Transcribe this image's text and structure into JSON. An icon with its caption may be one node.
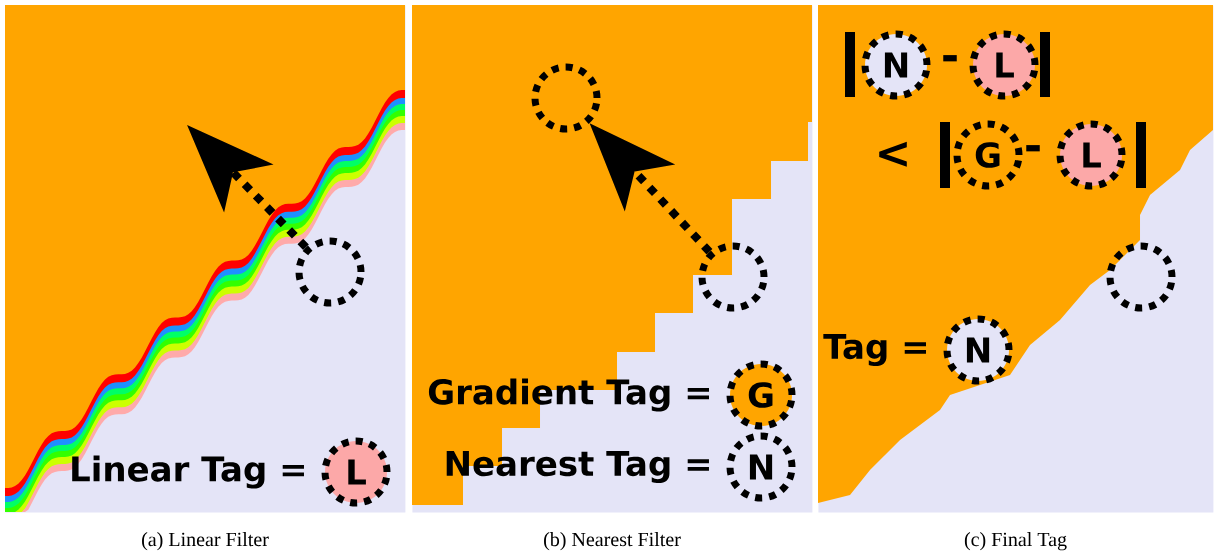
{
  "diagram": {
    "nodes": [
      {
        "text": [
          "(a) Linear Filter"
        ]
      },
      {
        "text": [],
        "shape": "circle",
        "in": 0
      },
      {
        "text": [
          "L"
        ],
        "beside": [
          "Linear Tag ="
        ],
        "in": 0
      },
      {
        "text": [
          "(b) Nearest Filter"
        ]
      },
      {
        "text": [],
        "shape": "circle",
        "in": 3
      },
      {
        "text": [],
        "shape": "circle",
        "in": 3
      },
      {
        "text": [
          "G"
        ],
        "beside": [
          "Gradient Tag ="
        ],
        "in": 3
      },
      {
        "text": [
          "N"
        ],
        "beside": [
          "Nearest Tag ="
        ],
        "in": 3
      },
      {
        "text": [
          "(c) Final Tag"
        ]
      },
      {
        "text": [
          "N"
        ],
        "in": 8
      },
      {
        "text": [
          "L"
        ],
        "in": 8
      },
      {
        "text": [
          "G"
        ],
        "in": 8
      },
      {
        "text": [
          "L"
        ],
        "in": 8
      },
      {
        "text": [],
        "shape": "circle",
        "in": 8
      },
      {
        "text": [
          "N"
        ],
        "beside": [
          "Tag ="
        ],
        "in": 8
      }
    ],
    "edges": [
      {
        "from": 1,
        "to": null,
        "arrow": "to",
        "style": "dashed"
      },
      {
        "from": 5,
        "to": 4,
        "arrow": "to",
        "style": "dashed"
      }
    ],
    "labels": [
      "-",
      "<",
      "-"
    ]
  }
}
